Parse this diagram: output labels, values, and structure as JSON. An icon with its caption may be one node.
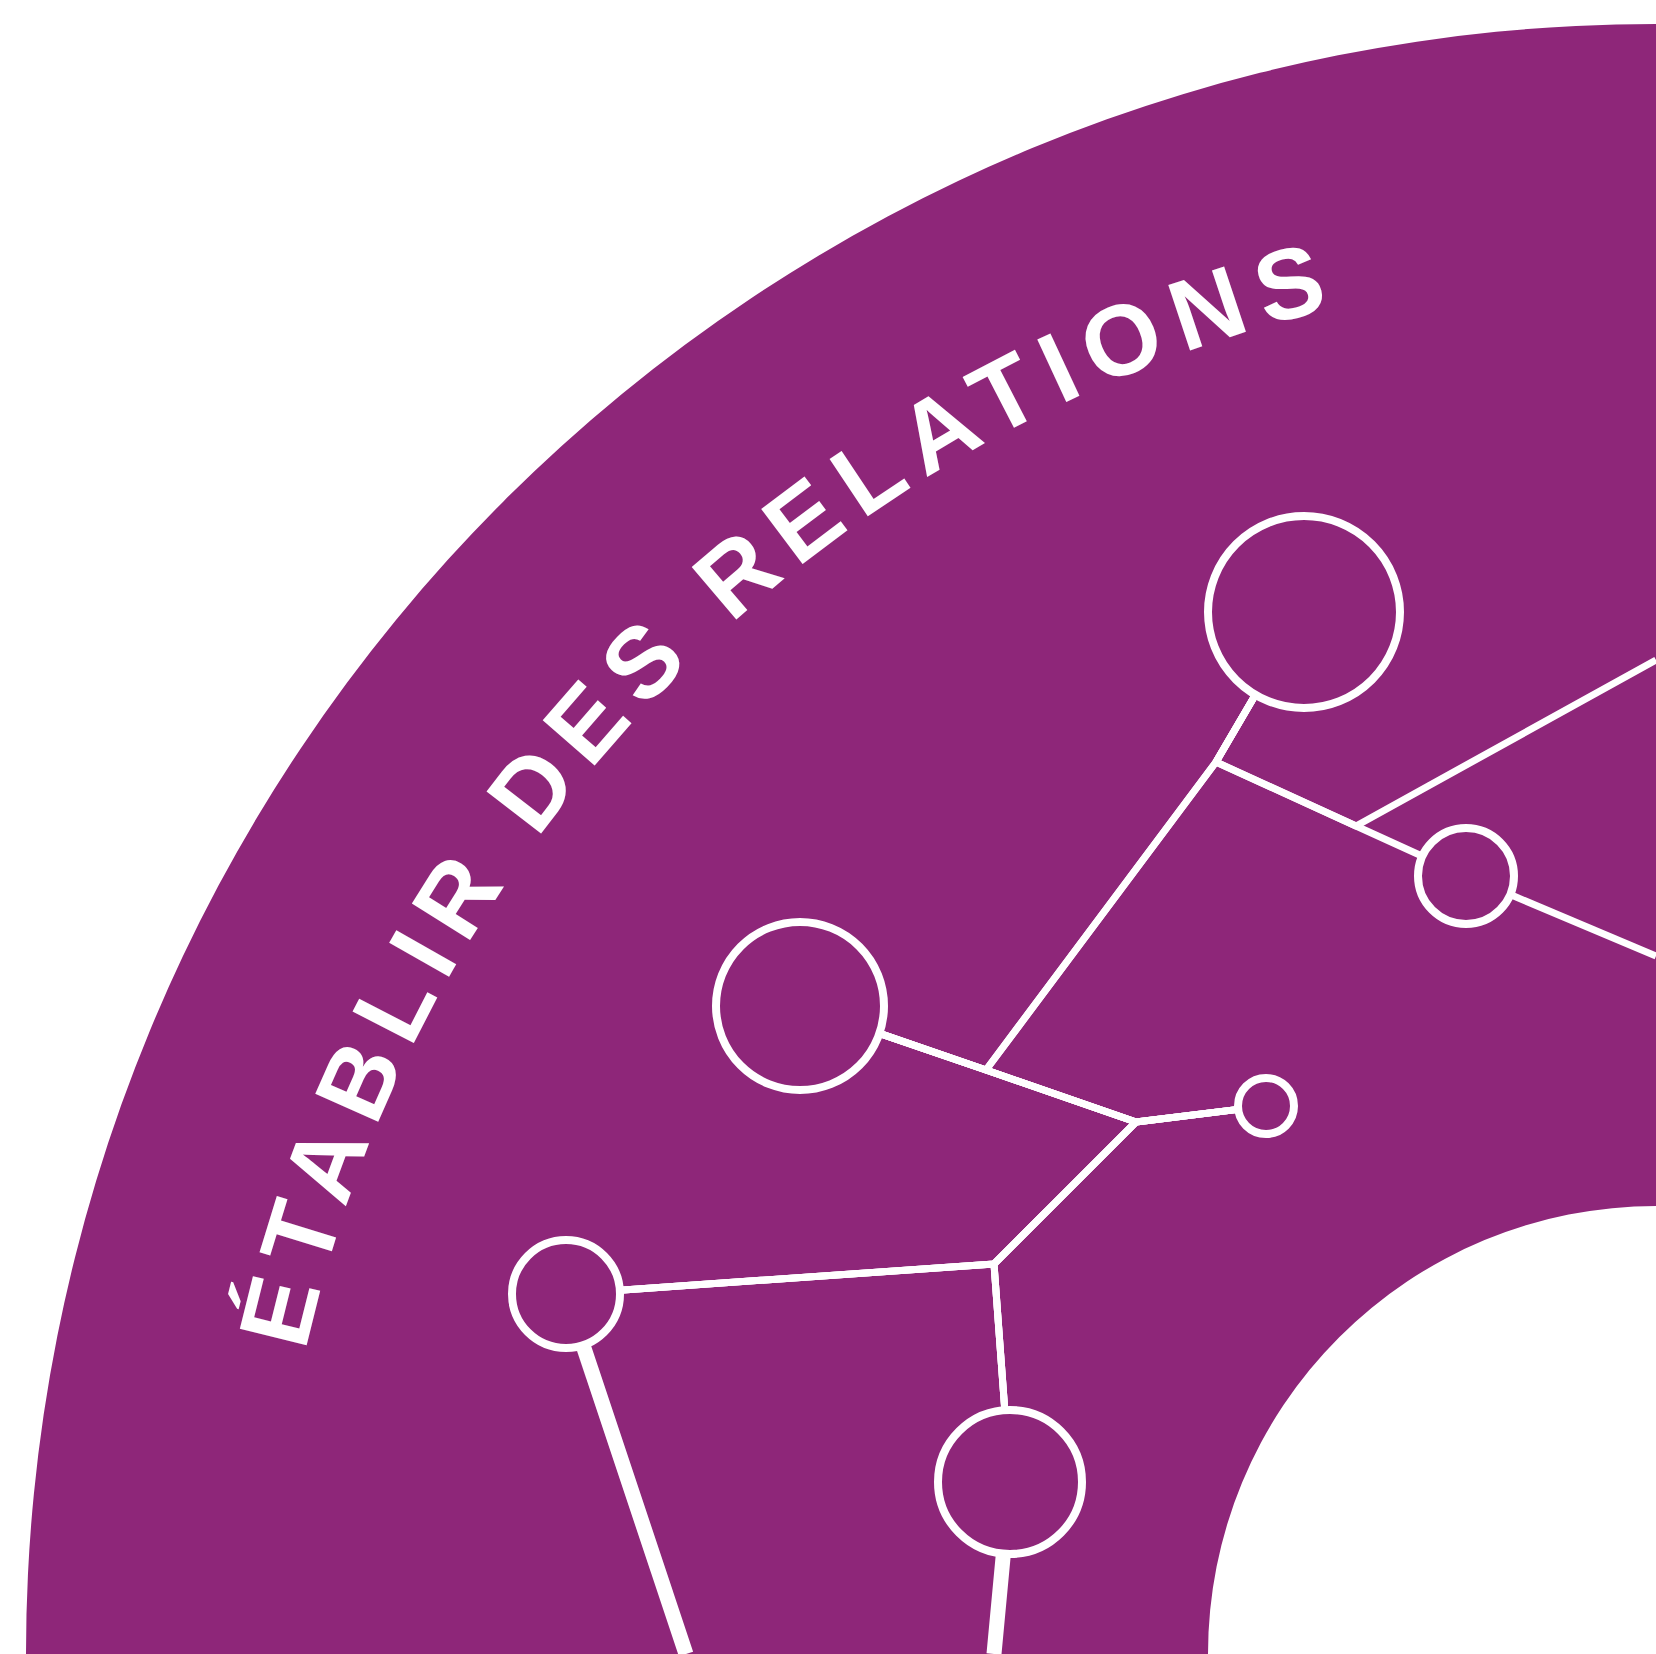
{
  "diagram": {
    "nodes": [
      {
        "text": [
          "ÉTABLIR DES RELATIONS"
        ]
      },
      {
        "text": [],
        "shape": "circle",
        "in": 0
      },
      {
        "text": [],
        "shape": "circle",
        "in": 0
      },
      {
        "text": [],
        "shape": "circle",
        "in": 0
      },
      {
        "text": [],
        "shape": "circle",
        "in": 0
      },
      {
        "text": [],
        "shape": "circle",
        "in": 0
      },
      {
        "text": [],
        "shape": "circle",
        "in": 0
      }
    ],
    "edges": [
      {
        "from": 3,
        "to": 4,
        "arrow": "none"
      },
      {
        "from": 1,
        "to": 3,
        "arrow": "none"
      },
      {
        "from": 1,
        "to": 4,
        "arrow": "none"
      },
      {
        "from": 1,
        "to": 2,
        "arrow": "none"
      },
      {
        "from": 2,
        "to": null,
        "arrow": "none"
      },
      {
        "from": 1,
        "to": null,
        "arrow": "none"
      },
      {
        "from": 3,
        "to": 5,
        "arrow": "none"
      },
      {
        "from": 3,
        "to": 6,
        "arrow": "none"
      },
      {
        "from": 4,
        "to": 5,
        "arrow": "none"
      },
      {
        "from": 4,
        "to": 6,
        "arrow": "none"
      },
      {
        "from": 5,
        "to": 6,
        "arrow": "none"
      },
      {
        "from": 5,
        "to": null,
        "arrow": "none",
        "style": "thick"
      },
      {
        "from": 6,
        "to": null,
        "arrow": "none",
        "style": "thick"
      }
    ]
  }
}
